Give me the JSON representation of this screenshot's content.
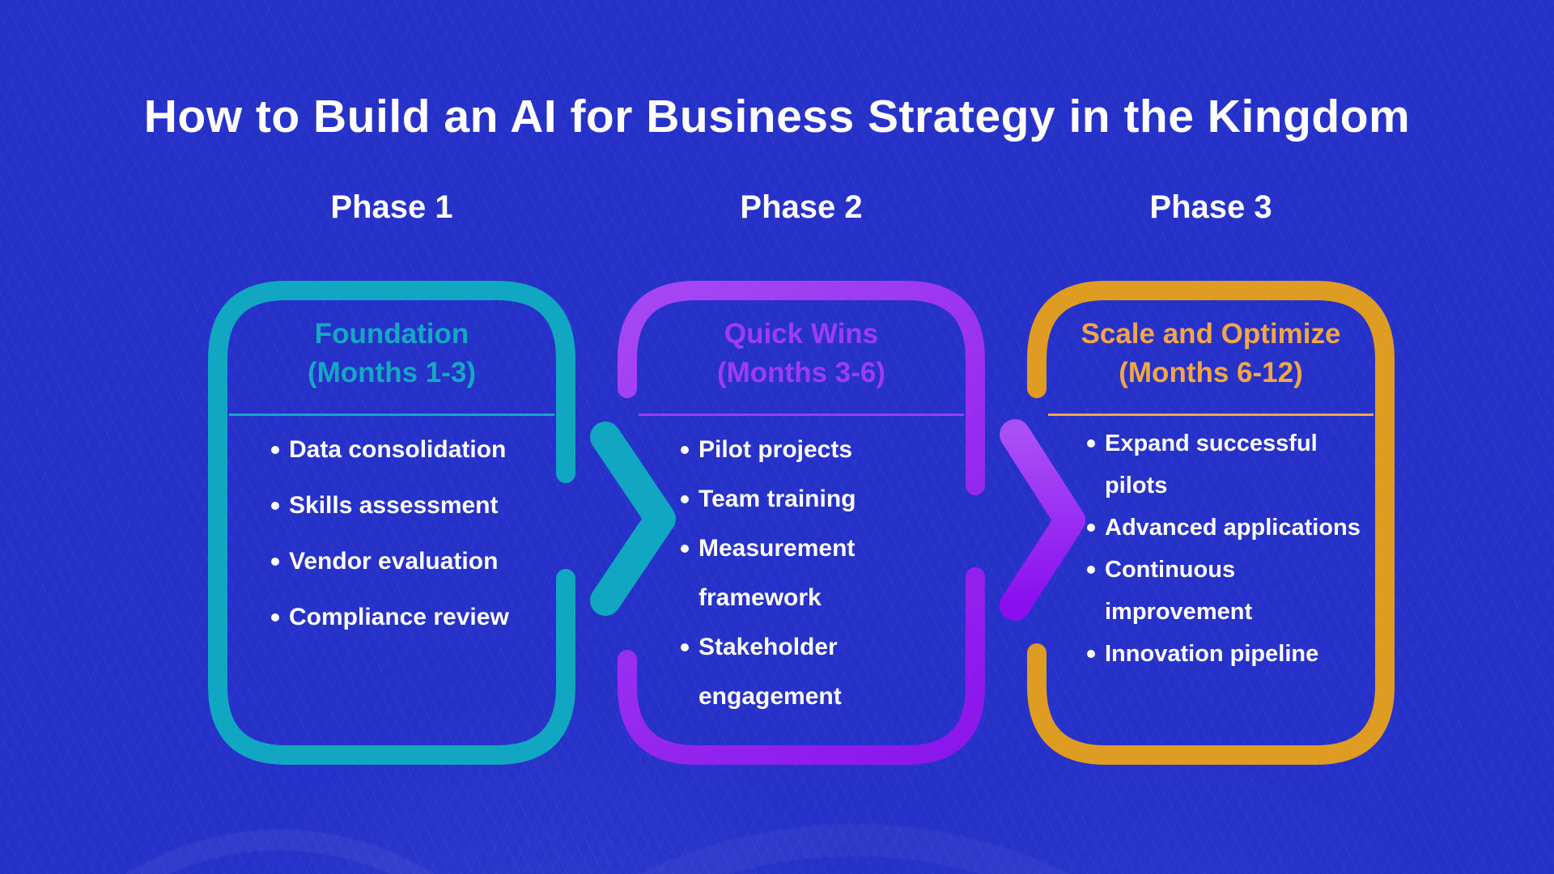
{
  "title": "How to Build an AI for Business Strategy in the Kingdom",
  "phases": [
    {
      "label": "Phase 1",
      "heading": "Foundation",
      "subheading": "(Months 1-3)",
      "accent_text": "#14A8C3",
      "accent_border": "#11A6C1",
      "bullets": [
        "Data consolidation",
        "Skills assessment",
        "Vendor evaluation",
        "Compliance review"
      ]
    },
    {
      "label": "Phase 2",
      "heading": "Quick Wins",
      "subheading": "(Months 3-6)",
      "accent_text": "#9C3BF4",
      "border_gradient_start": "#A648F4",
      "border_gradient_end": "#8A15EC",
      "bullets": [
        "Pilot projects",
        "Team training",
        "Measurement framework",
        "Stakeholder engagement"
      ]
    },
    {
      "label": "Phase 3",
      "heading": "Scale and Optimize",
      "subheading": "(Months 6-12)",
      "accent_text": "#F2A649",
      "accent_border": "#DE9C22",
      "bullets": [
        "Expand successful pilots",
        "Advanced applications",
        "Continuous improvement",
        "Innovation pipeline"
      ]
    }
  ],
  "arrows": {
    "arrow1_color": "#11A6C1",
    "arrow2_gradient_start": "#A94FF6",
    "arrow2_gradient_end": "#8A0EF0"
  },
  "colors": {
    "background": "#2531C8",
    "title_text": "#FFFFFF",
    "bullet_text": "#FFFFFF"
  }
}
